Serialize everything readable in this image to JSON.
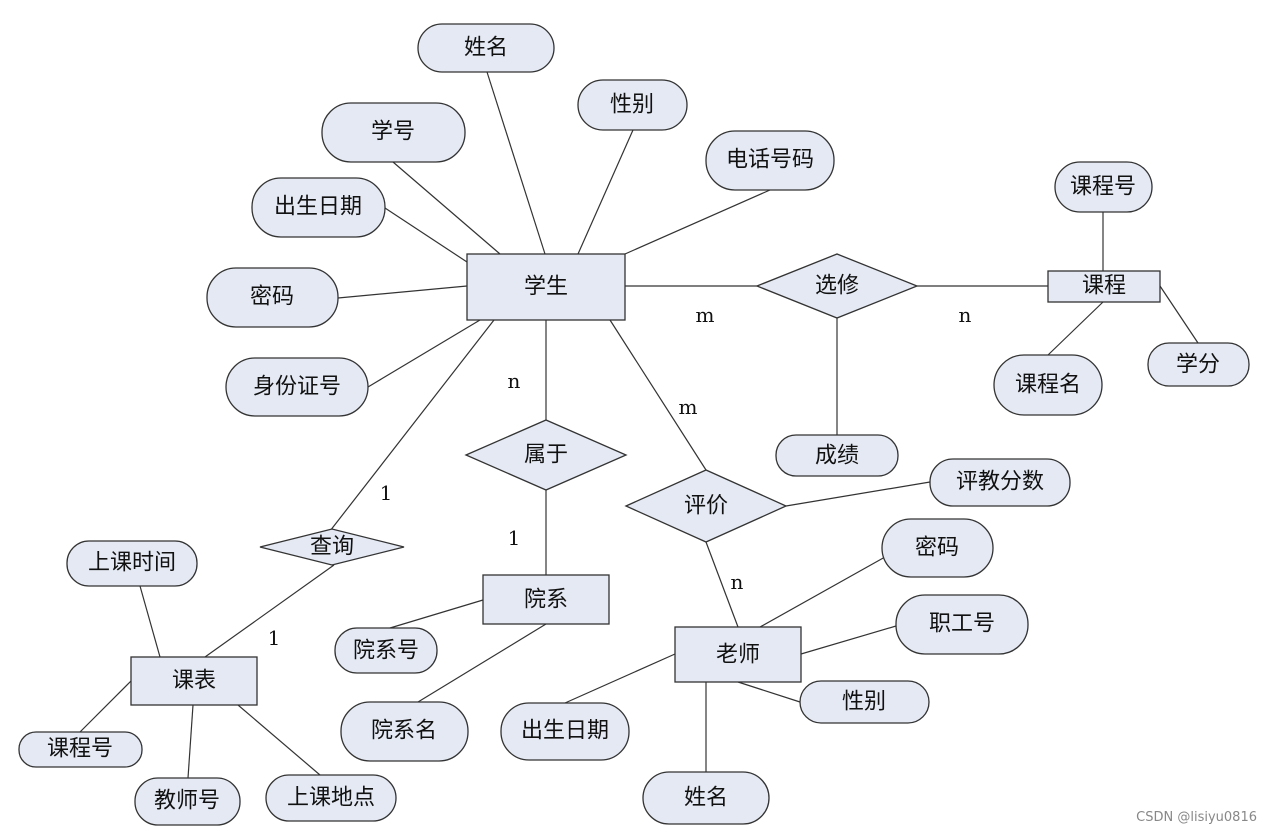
{
  "entities": {
    "student": "学生",
    "course": "课程",
    "department": "院系",
    "teacher": "老师",
    "timetable": "课表"
  },
  "relationships": {
    "enroll": "选修",
    "belong": "属于",
    "evaluate": "评价",
    "query": "查询"
  },
  "attributes": {
    "student": [
      "姓名",
      "性别",
      "学号",
      "电话号码",
      "出生日期",
      "密码",
      "身份证号"
    ],
    "course": [
      "课程号",
      "课程名",
      "学分"
    ],
    "enroll": [
      "成绩"
    ],
    "evaluate": [
      "评教分数"
    ],
    "teacher": [
      "密码",
      "职工号",
      "性别",
      "出生日期",
      "姓名"
    ],
    "department": [
      "院系号",
      "院系名"
    ],
    "timetable": [
      "上课时间",
      "课程号",
      "教师号",
      "上课地点"
    ]
  },
  "cardinalities": {
    "student_enroll": "m",
    "enroll_course": "n",
    "student_belong": "n",
    "belong_department": "1",
    "student_evaluate": "m",
    "evaluate_teacher": "n",
    "student_query": "1",
    "query_timetable": "1"
  },
  "watermark": "CSDN @lisiyu0816",
  "colors": {
    "fill": "#e4e9f3",
    "stroke": "#333333",
    "text": "#111111"
  }
}
